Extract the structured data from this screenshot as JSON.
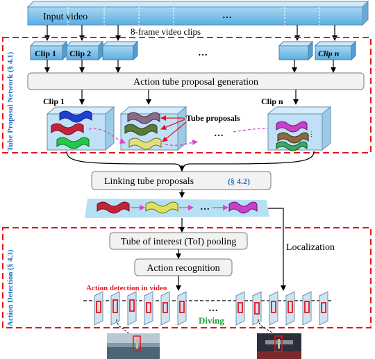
{
  "input_video": {
    "label": "Input video",
    "dots": "…",
    "caption": "8-frame video clips"
  },
  "tpn": {
    "section_label": "Tube Proposal Network (§ 4.1)",
    "clips": [
      "Clip 1",
      "Clip 2",
      "",
      "",
      "Clip n"
    ],
    "clip_dots": "…",
    "generation_box": "Action tube proposal generation",
    "cube_labels": [
      "Clip 1",
      "Clip n"
    ],
    "tube_proposals_label": "Tube proposals",
    "cube_dots": "…"
  },
  "linking": {
    "label": "Linking tube proposals",
    "ref": "(§ 4.2)",
    "chain_dots": "…"
  },
  "detection": {
    "section_label": "Action Detection (§ 4.3)",
    "toi_box": "Tube of interest (ToI) pooling",
    "recognition_box": "Action recognition",
    "localization": "Localization",
    "detection_label": "Action detection in video",
    "class_label": "Diving",
    "frame_dots": "…"
  },
  "colors": {
    "section_border": "#e8141b",
    "section_text": "#1f6fbf",
    "clip_fill": "#7fc3ea",
    "box_fill": "#f2f2f2",
    "highlight": "#e8141b",
    "diving": "#1fa33a",
    "link_arrow": "#e040c8"
  }
}
